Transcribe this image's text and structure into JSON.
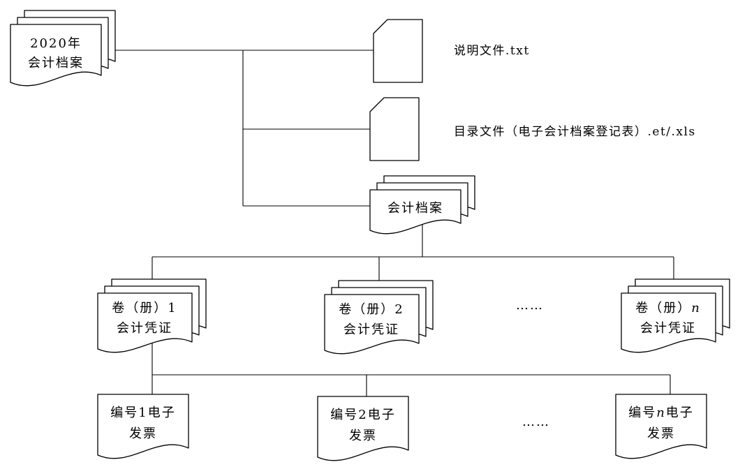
{
  "root": {
    "line1": "2020年",
    "line2": "会计档案"
  },
  "files": [
    {
      "name": "说明文件.txt"
    },
    {
      "name": "目录文件（电子会计档案登记表）.et/.xls"
    }
  ],
  "archive": {
    "label": "会计档案"
  },
  "volumes": [
    {
      "line1_pre": "卷（册）",
      "line1_var": "1",
      "line2": "会计凭证"
    },
    {
      "line1_pre": "卷（册）",
      "line1_var": "2",
      "line2": "会计凭证"
    },
    {
      "line1_pre": "卷（册）",
      "line1_var": "n",
      "line2": "会计凭证"
    }
  ],
  "volumes_ellipsis": "……",
  "invoices": [
    {
      "line1_pre": "编号",
      "line1_var": "1",
      "line1_post": "电子",
      "line2": "发票"
    },
    {
      "line1_pre": "编号",
      "line1_var": "2",
      "line1_post": "电子",
      "line2": "发票"
    },
    {
      "line1_pre": "编号",
      "line1_var": "n",
      "line1_post": "电子",
      "line2": "发票"
    }
  ],
  "invoices_ellipsis": "……"
}
